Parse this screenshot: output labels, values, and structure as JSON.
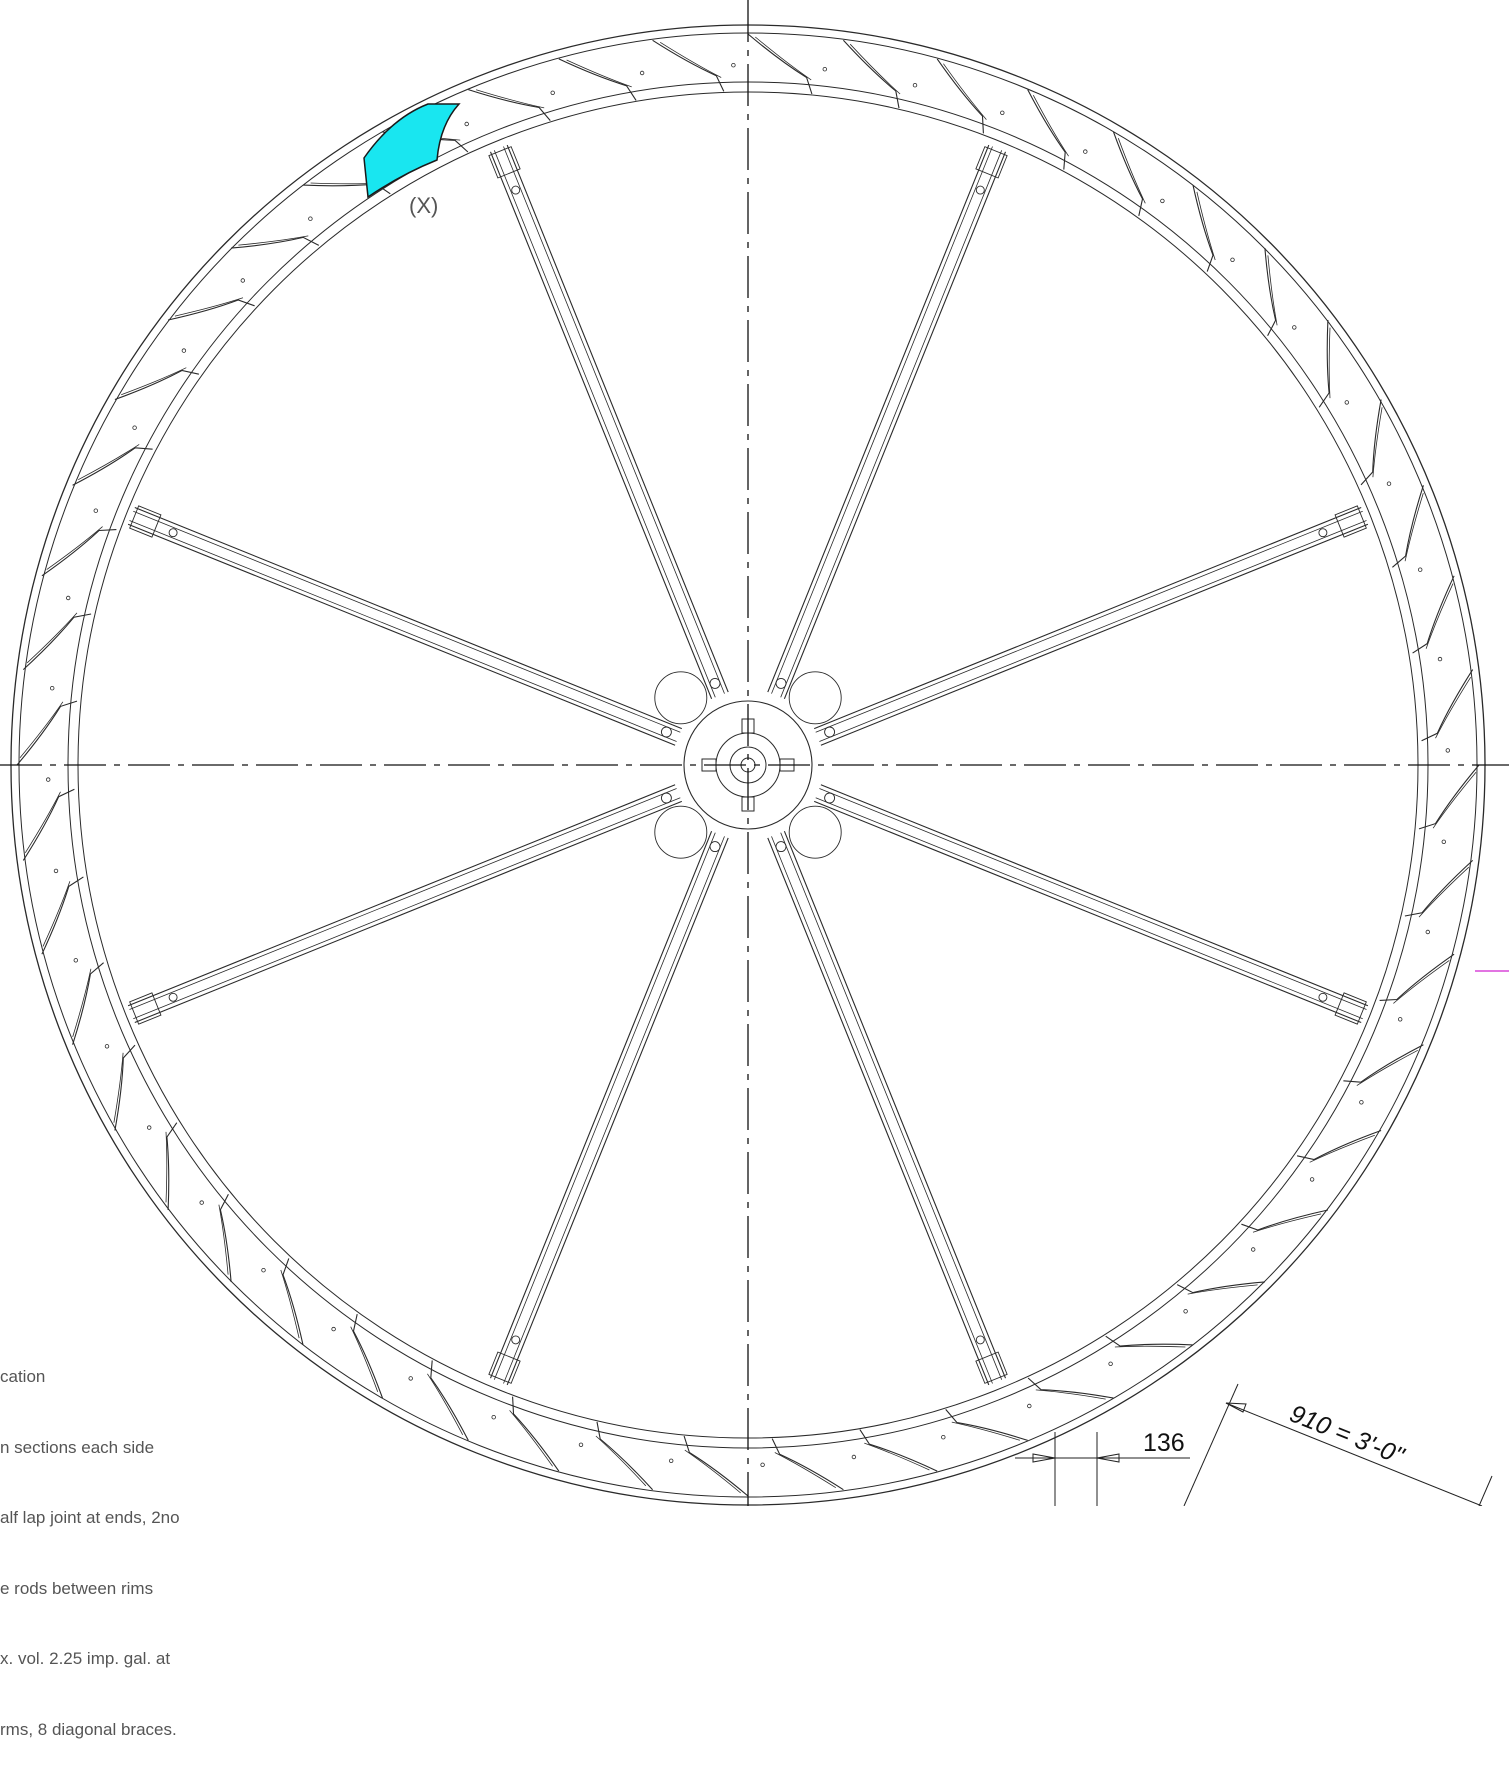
{
  "drawing": {
    "callout_label": "(X)",
    "dimension_thickness": "136",
    "dimension_diameter": "910 = 3'-0\"",
    "bucket_highlight_color": "#19e6f0",
    "line_color": "#2a2a2a",
    "accent_line_color": "#d020d0"
  },
  "notes": {
    "lines": [
      "cation",
      "n sections each side",
      "alf lap joint at ends, 2no",
      "e rods between rims",
      "x. vol. 2.25 imp. gal. at",
      "rms, 8 diagonal braces."
    ]
  }
}
